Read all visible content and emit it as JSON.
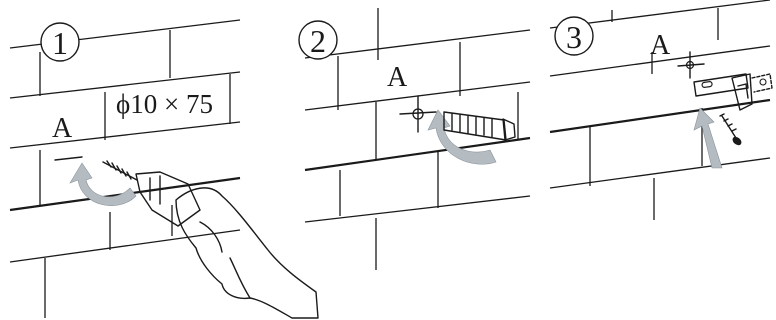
{
  "steps": [
    {
      "number": "1",
      "mark": "A",
      "spec": "ϕ10 × 75"
    },
    {
      "number": "2",
      "mark": "A"
    },
    {
      "number": "3",
      "mark": "A"
    }
  ],
  "colors": {
    "line": "#1a1a1a",
    "arrow": "#b4bcc2",
    "arrow_edge": "#8a949b",
    "background": "#ffffff"
  },
  "icons": [
    "drill-icon",
    "hand-icon",
    "wall-anchor-icon",
    "mounting-bracket-icon",
    "screw-icon",
    "curved-arrow-icon",
    "crosshair-icon"
  ]
}
